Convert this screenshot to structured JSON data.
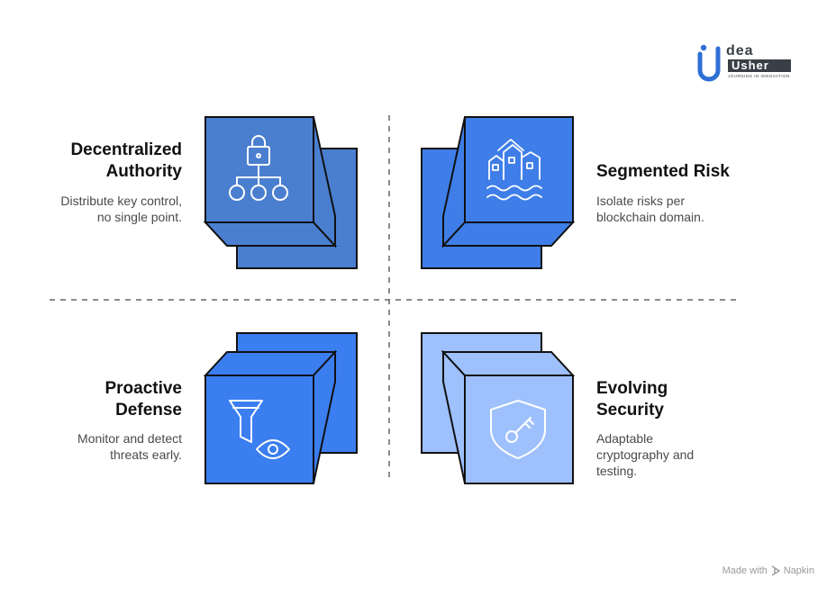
{
  "logo": {
    "word_top": "dea",
    "word_bottom": "Usher",
    "tagline": "JOURNING IN INNOVATION",
    "colors": {
      "blue": "#2f6fd6",
      "dark": "#3a3f47"
    }
  },
  "quadrants": [
    {
      "title_line1": "Decentralized",
      "title_line2": "Authority",
      "desc_line1": "Distribute key control,",
      "desc_line2": "no single point.",
      "icon": "lock-network-icon",
      "color": "#4a7fd0"
    },
    {
      "title_line1": "Segmented Risk",
      "title_line2": "",
      "desc_line1": "Isolate risks per",
      "desc_line2": "blockchain domain.",
      "icon": "flooded-buildings-icon",
      "color": "#3f7ee8"
    },
    {
      "title_line1": "Proactive",
      "title_line2": "Defense",
      "desc_line1": "Monitor and detect",
      "desc_line2": "threats early.",
      "icon": "filter-eye-icon",
      "color": "#3b7ef0"
    },
    {
      "title_line1": "Evolving",
      "title_line2": "Security",
      "desc_line1": "Adaptable",
      "desc_line2": "cryptography and",
      "desc_line3": "testing.",
      "icon": "shield-key-icon",
      "color": "#9ec0fc"
    }
  ],
  "footer": {
    "made_with": "Made with",
    "brand": "Napkin"
  }
}
